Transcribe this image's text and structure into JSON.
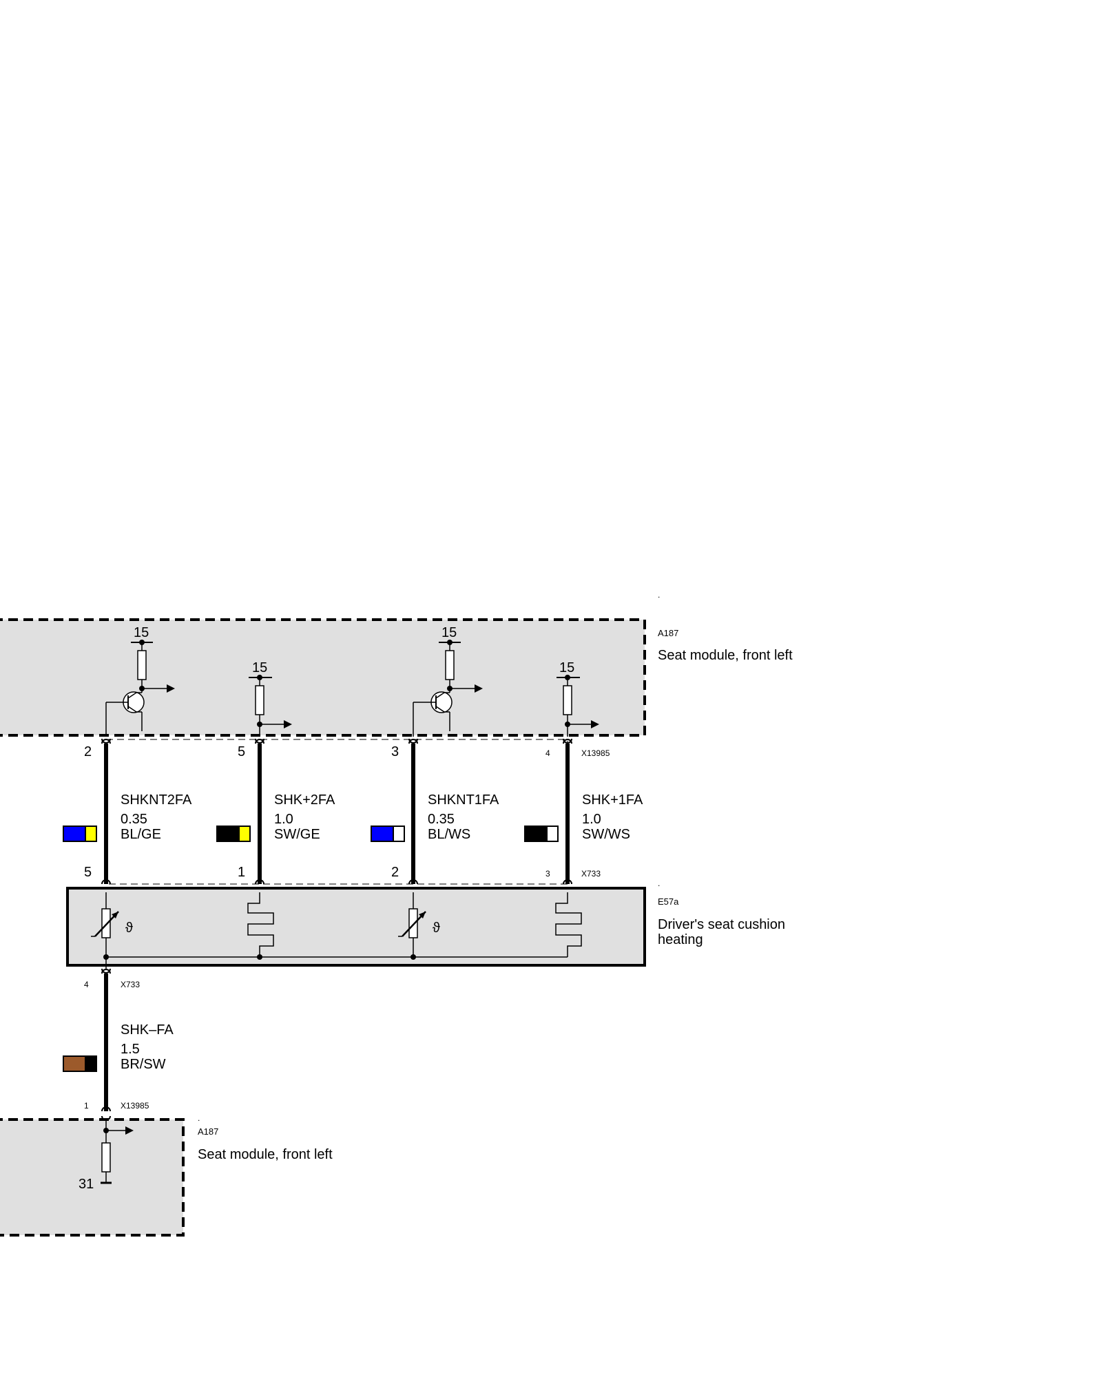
{
  "colors": {
    "BL": "#0000ff",
    "GE": "#ffff00",
    "SW": "#000000",
    "WS": "#ffffff",
    "BR": "#9c5a2b",
    "box_fill": "#e0e0e0"
  },
  "seat_module_top": {
    "dot": ".",
    "id": "A187",
    "name": "Seat module, front left",
    "supply": [
      "15",
      "15",
      "15",
      "15"
    ]
  },
  "connector_x13985_top": {
    "id": "X13985",
    "pins": [
      "2",
      "5",
      "3",
      "4"
    ]
  },
  "connector_x733_top": {
    "id": "X733",
    "pins": [
      "5",
      "1",
      "2",
      "3"
    ]
  },
  "wires": [
    {
      "name": "SHKNT2FA",
      "size": "0.35",
      "color_code": "BL/GE",
      "c1": "BL",
      "c2": "GE"
    },
    {
      "name": "SHK+2FA",
      "size": "1.0",
      "color_code": "SW/GE",
      "c1": "SW",
      "c2": "GE"
    },
    {
      "name": "SHKNT1FA",
      "size": "0.35",
      "color_code": "BL/WS",
      "c1": "BL",
      "c2": "WS"
    },
    {
      "name": "SHK+1FA",
      "size": "1.0",
      "color_code": "SW/WS",
      "c1": "SW",
      "c2": "WS"
    }
  ],
  "heater": {
    "dot": ".",
    "id": "E57a",
    "name_line1": "Driver's seat cushion",
    "name_line2": "heating",
    "theta": "ϑ"
  },
  "connector_x733_bottom": {
    "id": "X733",
    "pin": "4"
  },
  "ground_wire": {
    "name": "SHK–FA",
    "size": "1.5",
    "color_code": "BR/SW",
    "c1": "BR",
    "c2": "SW"
  },
  "connector_x13985_bottom": {
    "id": "X13985",
    "pin": "1"
  },
  "seat_module_bottom": {
    "dot": ".",
    "id": "A187",
    "name": "Seat module, front left",
    "ground": "31"
  }
}
